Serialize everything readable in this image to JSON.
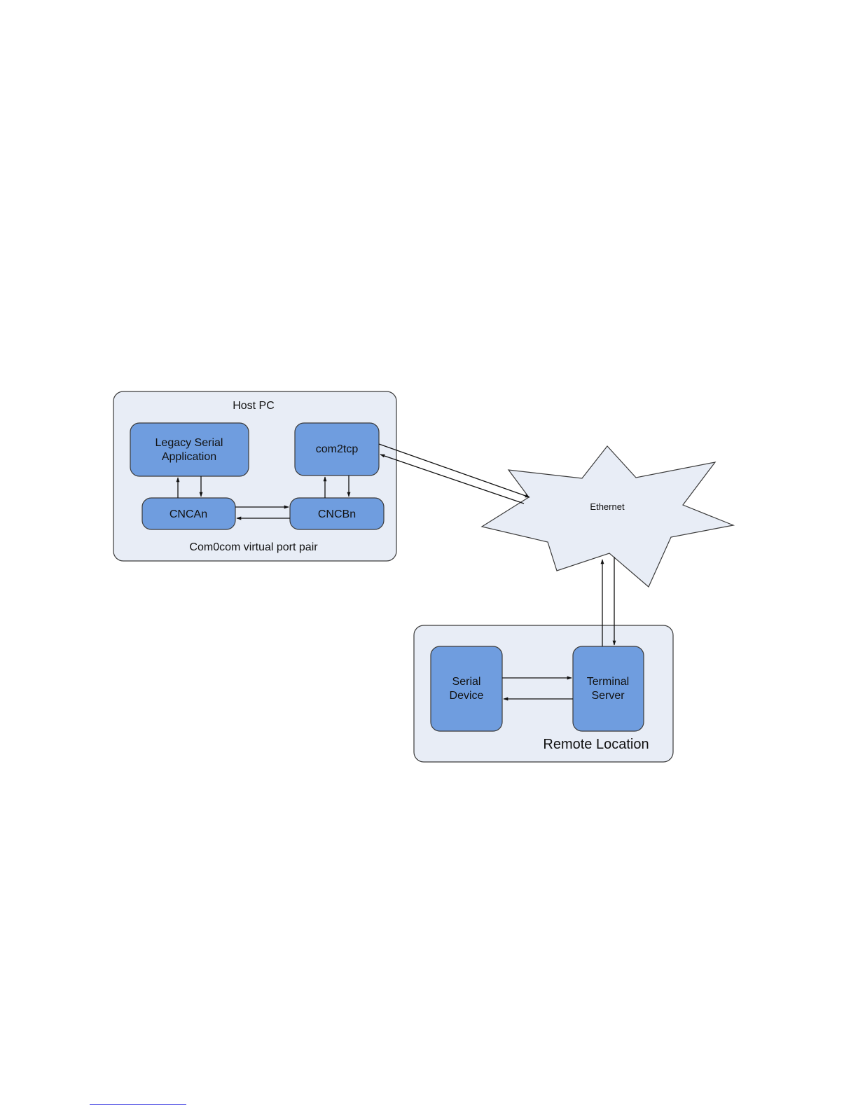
{
  "colors": {
    "node_fill": "#6f9ddf",
    "group_fill": "#e8edf6",
    "cloud_fill": "#e8edf6",
    "border": "#3a3a3a",
    "footnote_rule": "#2a2adf"
  },
  "host_pc": {
    "title": "Host PC",
    "caption": "Com0com virtual port pair",
    "legacy_app": {
      "line1": "Legacy Serial",
      "line2": "Application"
    },
    "com2tcp": "com2tcp",
    "cncan": "CNCAn",
    "cncbn": "CNCBn"
  },
  "network": {
    "label": "Ethernet"
  },
  "remote": {
    "caption": "Remote Location",
    "serial_device": {
      "line1": "Serial",
      "line2": "Device"
    },
    "terminal_server": {
      "line1": "Terminal",
      "line2": "Server"
    }
  }
}
